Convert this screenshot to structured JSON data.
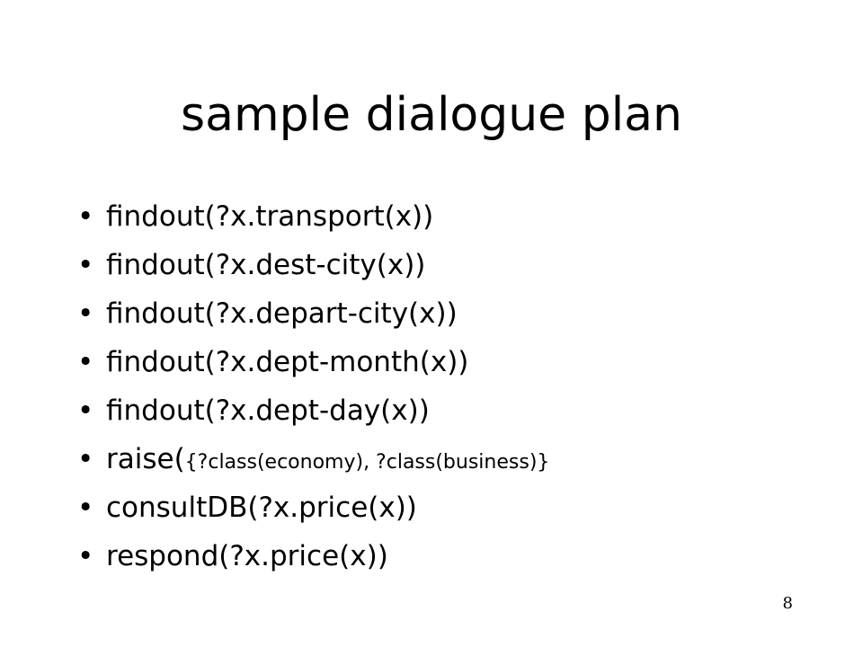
{
  "slide": {
    "title": "sample dialogue plan",
    "bullet_symbol": "•",
    "bullets": [
      "findout(?x.transport(x))",
      "findout(?x.dest-city(x))",
      "findout(?x.depart-city(x))",
      "findout(?x.dept-month(x))",
      "findout(?x.dept-day(x))",
      "raise(",
      "consultDB(?x.price(x))",
      "respond(?x.price(x))"
    ],
    "raise_args": "{?class(economy), ?class(business)}",
    "page_number": "8"
  }
}
